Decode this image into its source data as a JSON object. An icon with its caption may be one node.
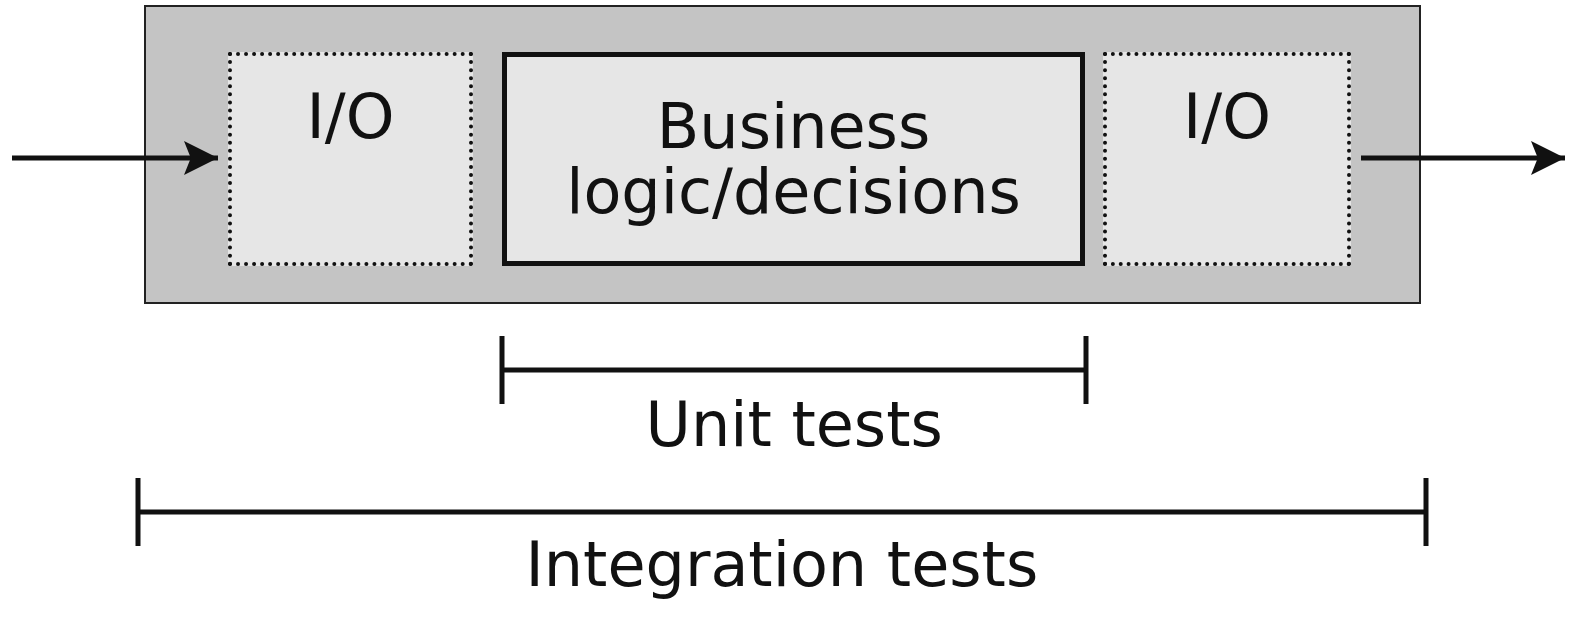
{
  "diagram": {
    "nodes": [
      {
        "text": [],
        "shape": "box"
      },
      {
        "text": [
          "I/O"
        ],
        "in": 0
      },
      {
        "text": [
          "Business logic/decisions"
        ],
        "in": 0
      },
      {
        "text": [
          "I/O"
        ],
        "in": 0
      }
    ],
    "edges": [
      {
        "from": null,
        "to": 1,
        "arrow": "to"
      },
      {
        "from": 3,
        "to": null,
        "arrow": "to"
      }
    ],
    "labels": [
      "Unit tests",
      "Integration tests"
    ]
  }
}
